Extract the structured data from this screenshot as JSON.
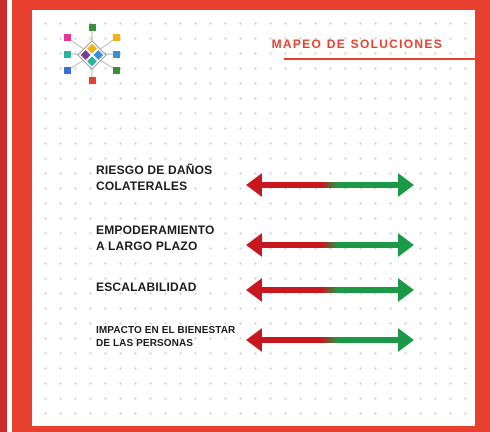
{
  "header": {
    "title": "MAPEO DE SOLUCIONES",
    "logo_icon": "diamond-network-logo-icon"
  },
  "colors": {
    "background": "#e8402f",
    "accent_red": "#c8171e",
    "accent_green": "#1a9a47",
    "title_color": "#e8402f",
    "logo_colors": [
      "#f2b311",
      "#3a8fd8",
      "#e8402f",
      "#3b8d3c",
      "#7a3d97",
      "#2bb5a0"
    ]
  },
  "rows": [
    {
      "label": "RIESGO DE DAÑOS\nCOLATERALES",
      "arrow_icon": "double-arrow-icon"
    },
    {
      "label": "EMPODERAMIENTO\nA LARGO PLAZO",
      "arrow_icon": "double-arrow-icon"
    },
    {
      "label": "ESCALABILIDAD",
      "arrow_icon": "double-arrow-icon"
    },
    {
      "label": "IMPACTO EN EL BIENESTAR\nDE LAS PERSONAS",
      "arrow_icon": "double-arrow-icon"
    }
  ]
}
